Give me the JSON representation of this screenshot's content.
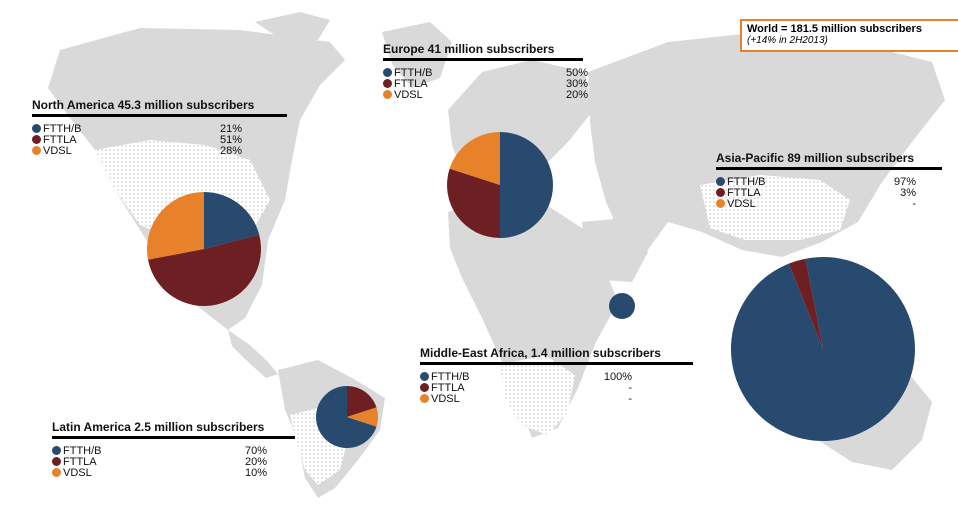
{
  "colors": {
    "ftthb": "#274a6e",
    "fttla": "#6e1f24",
    "vdsl": "#e8822a",
    "map": "#d9d9d9"
  },
  "world": {
    "title": "World = 181.5 million subscribers",
    "subtitle": "(+14% in 2H2013)"
  },
  "legend_labels": [
    "FTTH/B",
    "FTTLA",
    "VDSL"
  ],
  "chart_data": [
    {
      "type": "pie",
      "title": "North America 45.3 million subscribers",
      "labels": [
        "FTTH/B",
        "FTTLA",
        "VDSL"
      ],
      "values": [
        21,
        51,
        28
      ],
      "value_labels": [
        "21%",
        "51%",
        "28%"
      ]
    },
    {
      "type": "pie",
      "title": "Europe 41 million subscribers",
      "labels": [
        "FTTH/B",
        "FTTLA",
        "VDSL"
      ],
      "values": [
        50,
        30,
        20
      ],
      "value_labels": [
        "50%",
        "30%",
        "20%"
      ]
    },
    {
      "type": "pie",
      "title": "Asia-Pacific 89 million subscribers",
      "labels": [
        "FTTH/B",
        "FTTLA",
        "VDSL"
      ],
      "values": [
        97,
        3,
        0
      ],
      "value_labels": [
        "97%",
        "3%",
        "-"
      ]
    },
    {
      "type": "pie",
      "title": "Middle-East Africa, 1.4 million subscribers",
      "labels": [
        "FTTH/B",
        "FTTLA",
        "VDSL"
      ],
      "values": [
        100,
        0,
        0
      ],
      "value_labels": [
        "100%",
        "-",
        "-"
      ]
    },
    {
      "type": "pie",
      "title": "Latin America 2.5 million subscribers",
      "labels": [
        "FTTH/B",
        "FTTLA",
        "VDSL"
      ],
      "values": [
        70,
        20,
        10
      ],
      "value_labels": [
        "70%",
        "20%",
        "10%"
      ]
    }
  ]
}
